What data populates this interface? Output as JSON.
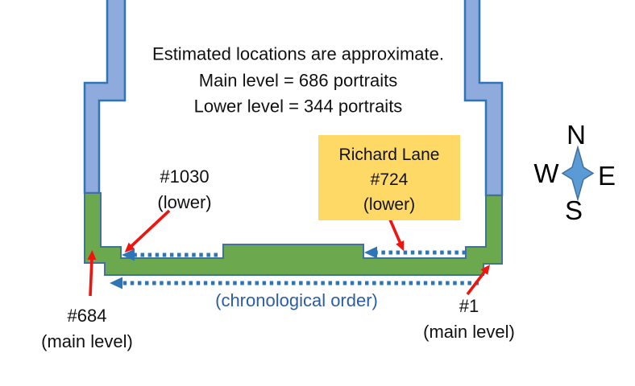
{
  "note": {
    "line1": "Estimated locations are approximate.",
    "line2": "Main level = 686 portraits",
    "line3": "Lower level = 344 portraits"
  },
  "callout_box": {
    "name_line": "Richard Lane",
    "number_line": "#724",
    "level_line": "(lower)"
  },
  "labels": {
    "label_1030": {
      "number": "#1030",
      "level": "(lower)"
    },
    "label_684": {
      "number": "#684",
      "level": "(main level)"
    },
    "label_1": {
      "number": "#1",
      "level": "(main level)"
    },
    "chronological": "(chronological order)"
  },
  "compass": {
    "north": "N",
    "east": "E",
    "south": "S",
    "west": "W"
  },
  "icons": {
    "compass_star": "4-point-star",
    "dotted_arrows": "left-pointing-dotted-arrow",
    "pointer_arrows": "red-callout-arrow"
  },
  "colors": {
    "wall_fill": "#8FAADC",
    "wall_stroke": "#2E75B6",
    "gallery_fill": "#6CA94E",
    "gallery_stroke": "#41719C",
    "dotted_arrow": "#2E75B6",
    "pointer_arrow": "#EE1511",
    "callout_bg": "#FFD966",
    "chronological_text": "#2E5CA6",
    "compass_star_fill": "#5B9BD5",
    "text": "#111111"
  }
}
